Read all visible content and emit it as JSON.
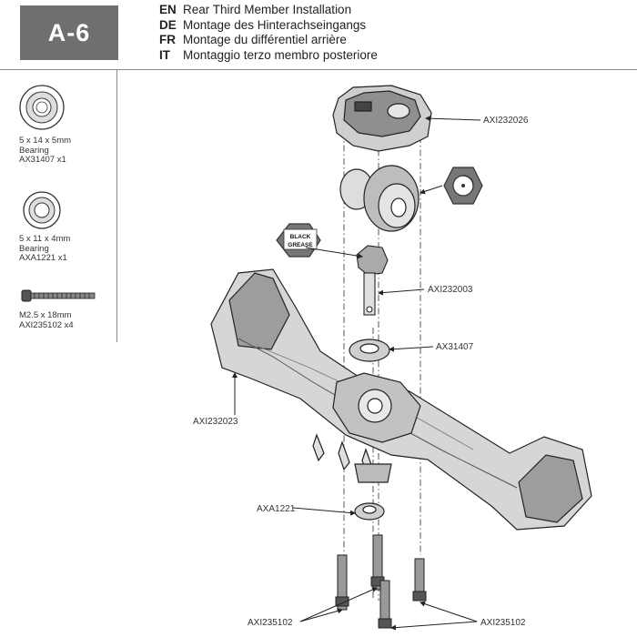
{
  "step": "A-6",
  "titles": [
    {
      "lang": "EN",
      "text": "Rear Third Member Installation"
    },
    {
      "lang": "DE",
      "text": "Montage des Hinterachseingangs"
    },
    {
      "lang": "FR",
      "text": "Montage du différentiel arrière"
    },
    {
      "lang": "IT",
      "text": "Montaggio terzo membro posteriore"
    }
  ],
  "parts": [
    {
      "size": "5 x 14 x 5mm",
      "name": "Bearing",
      "code": "AX31407 x1"
    },
    {
      "size": "5 x 11 x 4mm",
      "name": "Bearing",
      "code": "AXA1221 x1"
    },
    {
      "size": "M2.5 x 18mm",
      "code": "AXI235102 x4"
    }
  ],
  "badge": {
    "line1": "BLACK",
    "line2": "GREASE"
  },
  "callouts": {
    "diff_cover": "AXI232026",
    "pinion_gear": "AXI232003",
    "bearing_large": "AX31407",
    "axle_housing": "AXI232023",
    "bearing_small": "AXA1221",
    "screws_left": "AXI235102",
    "screws_right": "AXI235102"
  }
}
